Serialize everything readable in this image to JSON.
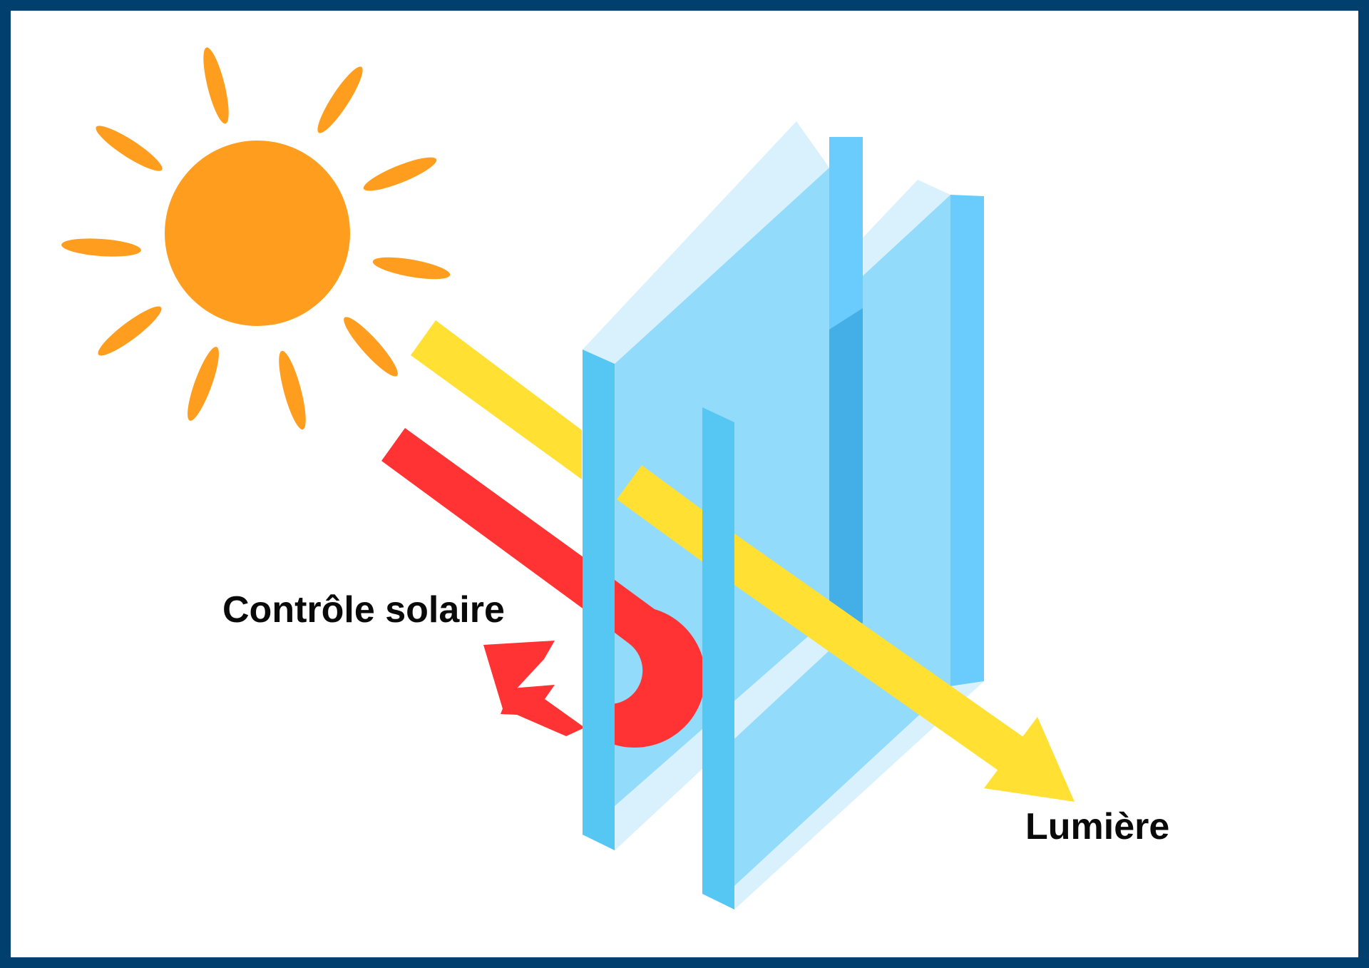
{
  "labels": {
    "solar_control": "Contrôle solaire",
    "light": "Lumière"
  },
  "icons": [
    "sun-icon",
    "light-ray-arrow",
    "heat-reflection-arrow",
    "glass-pane"
  ],
  "colors": {
    "border": "#003f6e",
    "sun": "#ff9d1e",
    "light_ray": "#ffe033",
    "heat_ray": "#ff3333",
    "glass_face": "#93dbfb",
    "glass_edge": "#55c7f2",
    "glass_side": "#69ccfc",
    "glass_top": "#d8f1fc",
    "text": "#0a0a0a"
  }
}
